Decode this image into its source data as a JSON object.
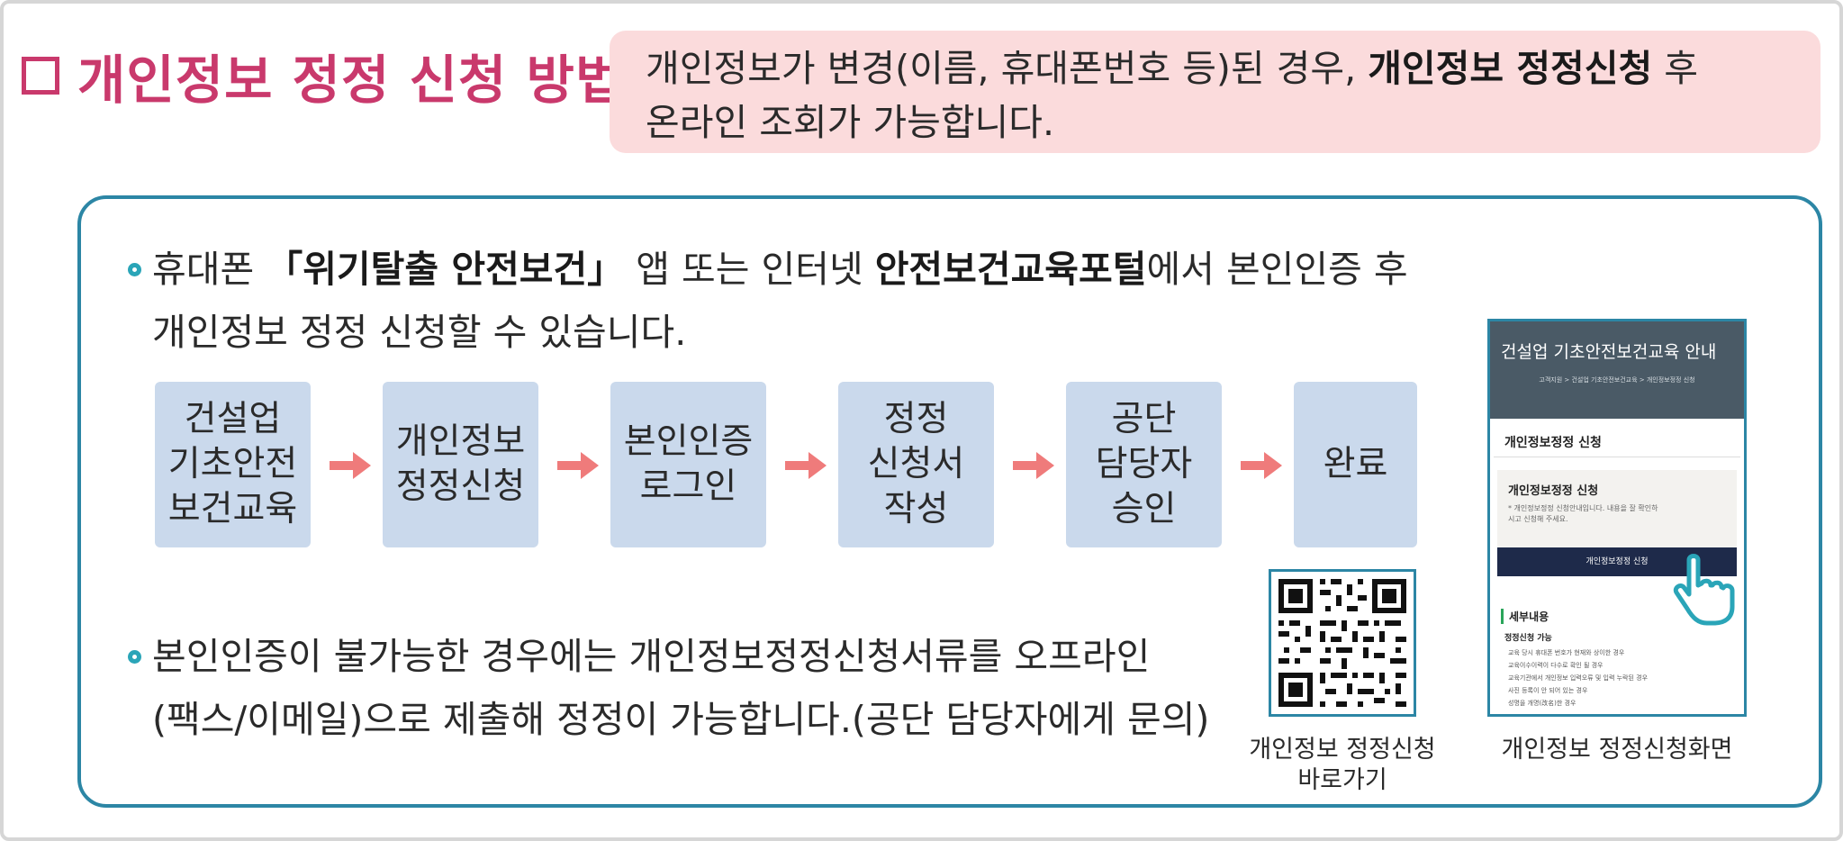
{
  "header": {
    "title": "개인정보 정정 신청 방법",
    "notice_line1_pre": "개인정보가 변경(이름, 휴대폰번호 등)된 경우, ",
    "notice_line1_bold": "개인정보 정정신청",
    "notice_line1_post": " 후",
    "notice_line2": "온라인 조회가 가능합니다."
  },
  "bullet1": {
    "pre": "휴대폰 ",
    "app_bold": "「위기탈출 안전보건」",
    "mid": " 앱 또는 인터넷 ",
    "portal_bold": "안전보건교육포털",
    "post": "에서 본인인증 후",
    "line2": "개인정보 정정 신청할 수 있습니다."
  },
  "steps": [
    {
      "l1": "건설업",
      "l2": "기초안전",
      "l3": "보건교육"
    },
    {
      "l1": "개인정보",
      "l2": "정정신청",
      "l3": ""
    },
    {
      "l1": "본인인증",
      "l2": "로그인",
      "l3": ""
    },
    {
      "l1": "정정",
      "l2": "신청서",
      "l3": "작성"
    },
    {
      "l1": "공단",
      "l2": "담당자",
      "l3": "승인"
    },
    {
      "l1": "완료",
      "l2": "",
      "l3": ""
    }
  ],
  "bullet2": {
    "line1": "본인인증이 불가능한 경우에는 개인정보정정신청서류를 오프라인",
    "line2": "(팩스/이메일)으로 제출해 정정이 가능합니다.(공단 담당자에게 문의)"
  },
  "qr": {
    "caption_line1": "개인정보 정정신청",
    "caption_line2": "바로가기"
  },
  "screenshot": {
    "header_title": "건설업 기초안전보건교육 안내",
    "breadcrumb": "고객지원 > 건설업 기초안전보건교육 > 개인정보정정 신청",
    "section_title": "개인정보정정 신청",
    "card_title": "개인정보정정 신청",
    "card_desc_line1": "* 개인정보정정 신청안내입니다. 내용을 잘 확인하",
    "card_desc_line2": "시고 신청해 주세요.",
    "button_label": "개인정보정정 신청",
    "detail_title": "세부내용",
    "sub_title": "정정신청 가능",
    "items": [
      "교육 당시 휴대폰 번호가 현재와 상이한 경우",
      "교육이수이력이 다수로 확인 될 경우",
      "교육기관에서 개인정보 입력오류 및 입력 누락된 경우",
      "사진 등록이 안 되어 있는 경우",
      "성명을 개명(改名)한 경우"
    ],
    "caption": "개인정보 정정신청화면"
  },
  "colors": {
    "accent_pink": "#c9396c",
    "notice_bg": "#fbdbdc",
    "panel_border": "#2c86a5",
    "step_bg": "#cad9ec",
    "arrow": "#ef7b7b",
    "bullet_dot": "#2aa5b8"
  },
  "icons": {
    "title_marker": "square-outline-icon",
    "bullet_marker": "circle-bullet-icon",
    "step_arrow": "arrow-right-icon",
    "qr": "qr-code",
    "hand": "pointing-hand-icon"
  }
}
